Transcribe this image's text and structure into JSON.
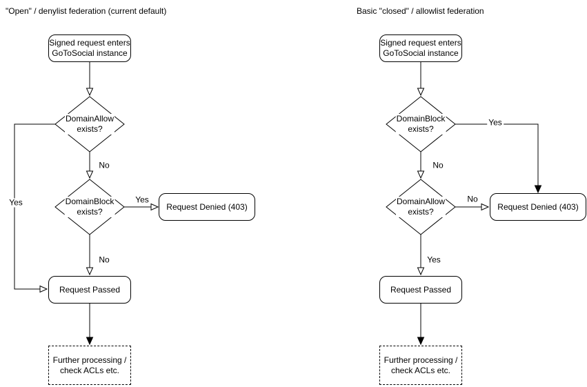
{
  "colors": {
    "stroke": "#000000",
    "background": "#ffffff",
    "text": "#000000"
  },
  "left": {
    "title": "\"Open\" / denylist federation (current default)",
    "start": "Signed request enters\nGoToSocial instance",
    "decision1": "DomainAllow\nexists?",
    "decision1_yes": "Yes",
    "decision1_no": "No",
    "decision2": "DomainBlock\nexists?",
    "decision2_yes": "Yes",
    "decision2_no": "No",
    "denied": "Request Denied (403)",
    "passed": "Request Passed",
    "further": "Further processing /\ncheck ACLs etc."
  },
  "right": {
    "title": "Basic \"closed\" / allowlist federation",
    "start": "Signed request enters\nGoToSocial instance",
    "decision1": "DomainBlock\nexists?",
    "decision1_yes": "Yes",
    "decision1_no": "No",
    "decision2": "DomainAllow\nexists?",
    "decision2_no": "No",
    "decision2_yes": "Yes",
    "denied": "Request Denied (403)",
    "passed": "Request Passed",
    "further": "Further processing /\ncheck ACLs etc."
  }
}
